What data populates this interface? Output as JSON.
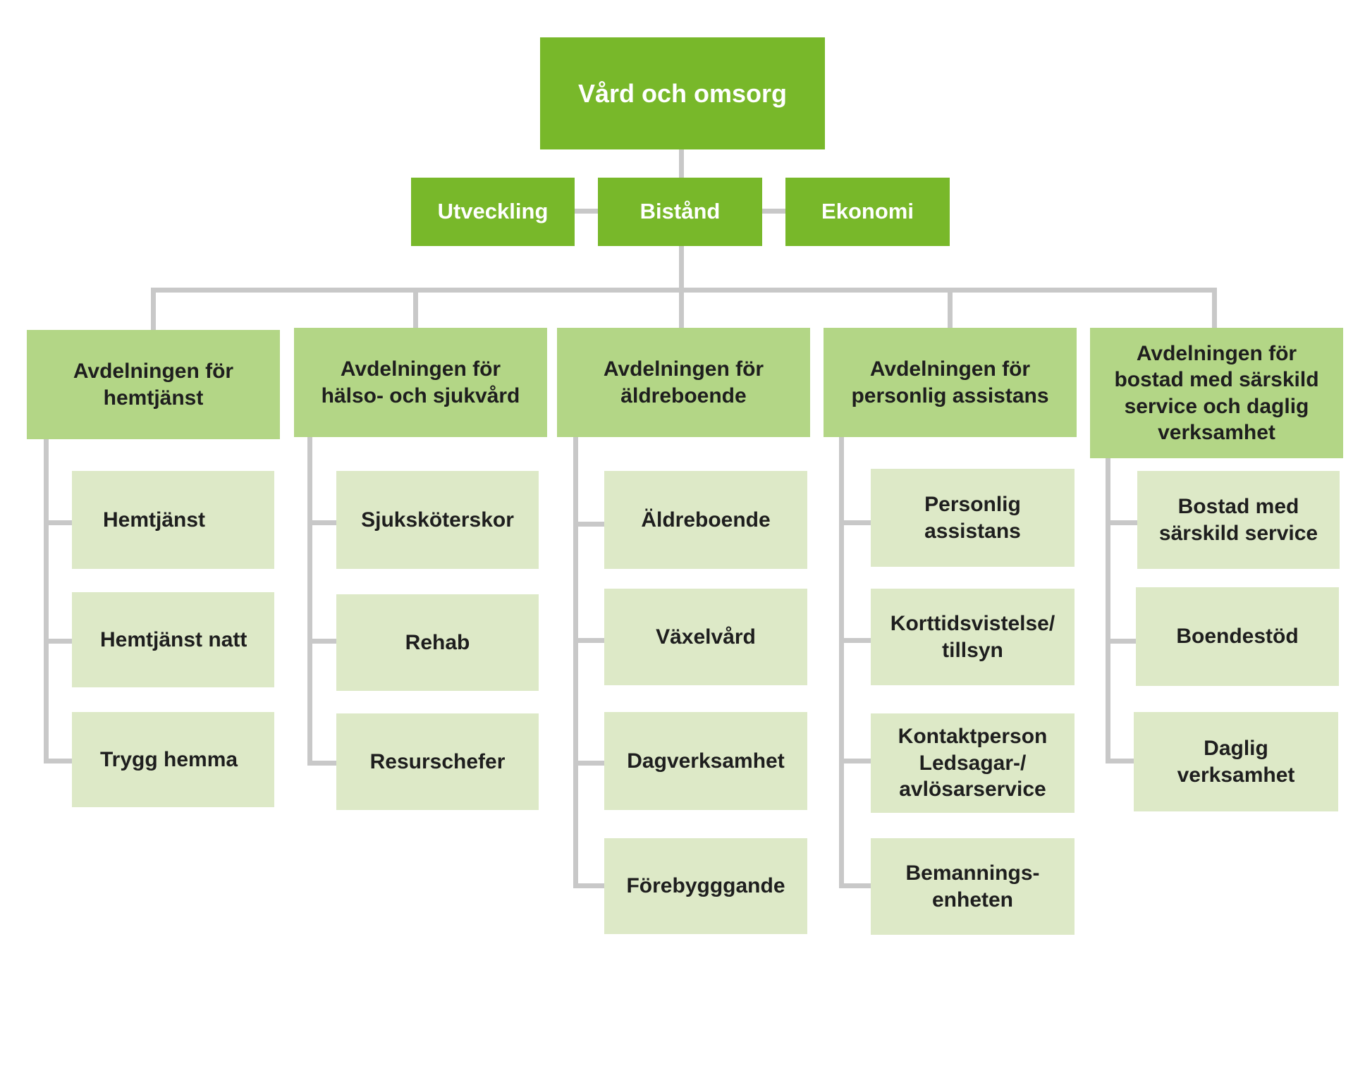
{
  "root": {
    "label": "Vård och omsorg"
  },
  "staff": {
    "utveckling": "Utveckling",
    "bistand": "Bistånd",
    "ekonomi": "Ekonomi"
  },
  "departments": [
    {
      "title": "Avdelningen för\nhemtjänst",
      "units": [
        "Hemtjänst",
        "Hemtjänst natt",
        "Trygg hemma"
      ]
    },
    {
      "title": "Avdelningen för\nhälso- och sjukvård",
      "units": [
        "Sjuksköterskor",
        "Rehab",
        "Resurschefer"
      ]
    },
    {
      "title": "Avdelningen för\näldreboende",
      "units": [
        "Äldreboende",
        "Växelvård",
        "Dagverksamhet",
        "Förebygggande"
      ]
    },
    {
      "title": "Avdelningen för\npersonlig assistans",
      "units": [
        "Personlig\nassistans",
        "Korttidsvistelse/\ntillsyn",
        "Kontaktperson\nLedsagar-/\navlösarservice",
        "Bemannings-\nenheten"
      ]
    },
    {
      "title": "Avdelningen för\nbostad med särskild\nservice och daglig\nverksamhet",
      "units": [
        "Bostad med\nsärskild service",
        "Boendestöd",
        "Daglig\nverksamhet"
      ]
    }
  ],
  "colors": {
    "primary_green": "#78b82a",
    "department_green": "#b3d686",
    "unit_green": "#dde9c7",
    "connector_gray": "#c8c8c8"
  }
}
